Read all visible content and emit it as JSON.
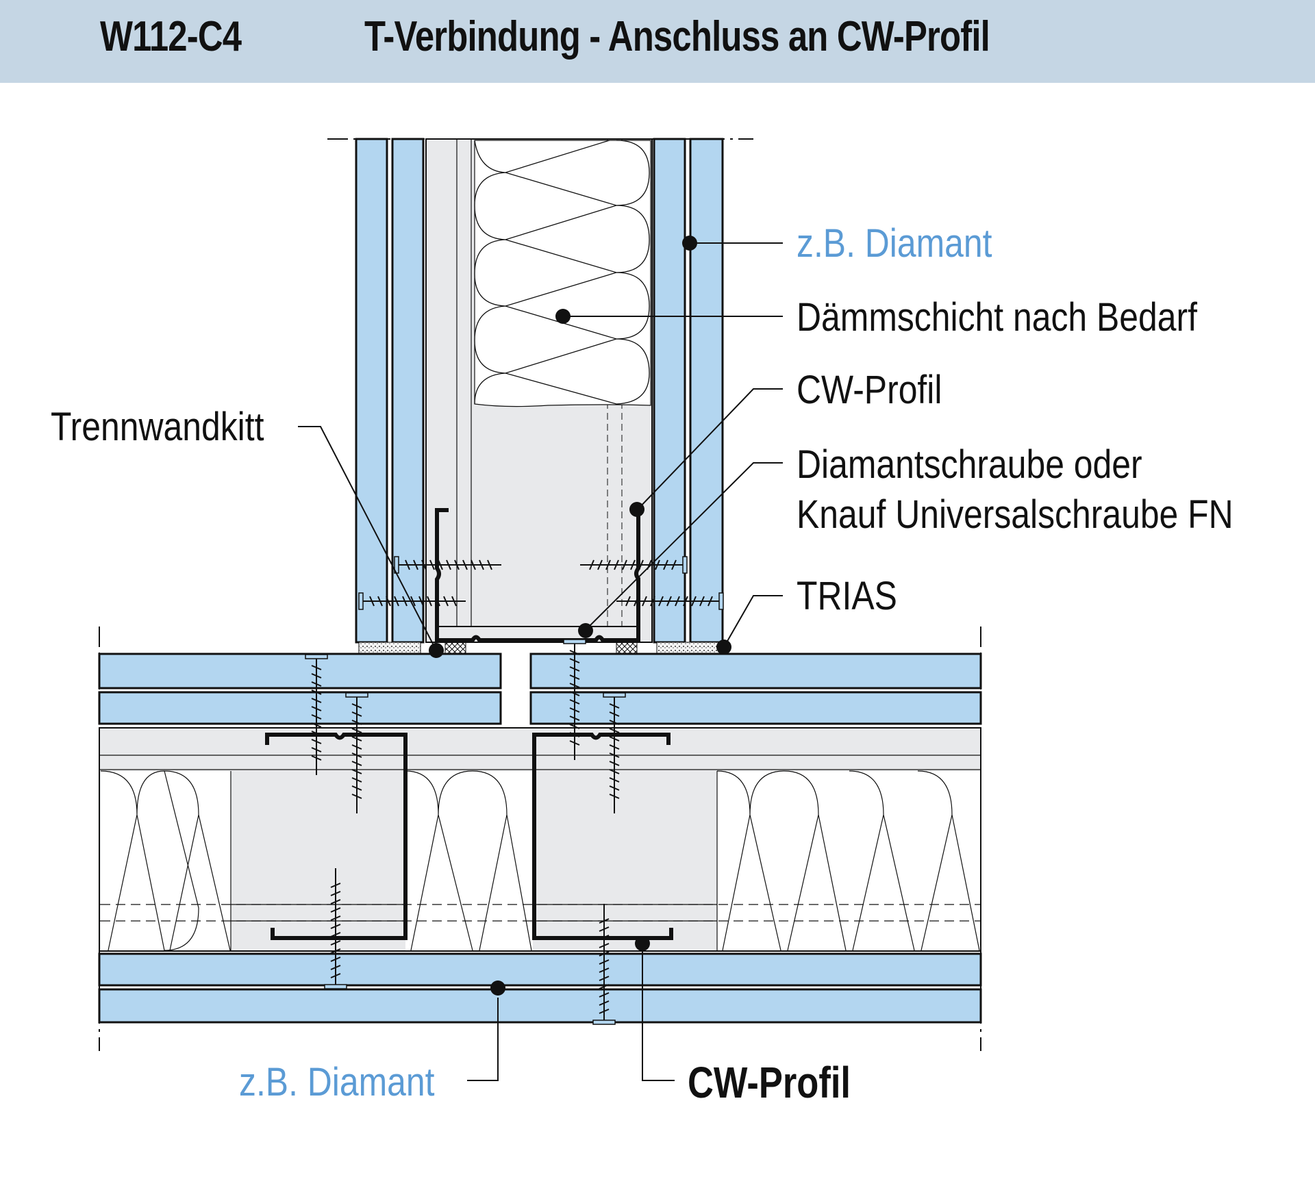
{
  "header": {
    "code": "W112-C4",
    "title": "T-Verbindung - Anschluss an CW-Profil"
  },
  "colors": {
    "header_bg": "#c5d6e4",
    "board_blue": "#b3d6f0",
    "cavity_grey": "#e8e9eb",
    "label_blue": "#5b9bd5",
    "line_black": "#111111"
  },
  "labels": {
    "board_top": "z.B. Diamant",
    "insulation": "Dämmschicht nach Bedarf",
    "cw_profile_top": "CW-Profil",
    "screw_line1": "Diamantschraube oder",
    "screw_line2": "Knauf Universalschraube FN",
    "trias": "TRIAS",
    "sealant": "Trennwandkitt",
    "board_bottom": "z.B. Diamant",
    "cw_profile_bottom": "CW-Profil"
  }
}
